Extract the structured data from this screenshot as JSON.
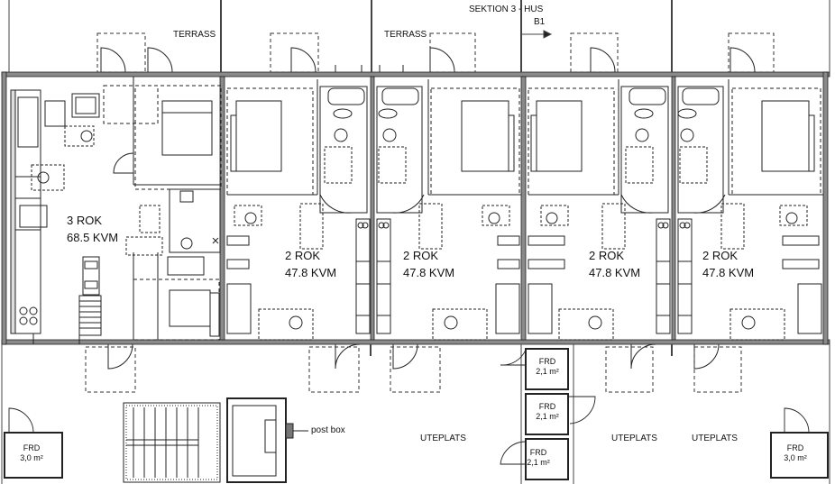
{
  "labels": {
    "section": "SEKTION 3 - HUS",
    "section_mark": "B1",
    "terrace": "TERRASS",
    "patio": "UTEPLATS",
    "post_box": "post box"
  },
  "apartments": [
    {
      "rooms": "3 ROK",
      "area": "68.5 KVM"
    },
    {
      "rooms": "2 ROK",
      "area": "47.8 KVM"
    },
    {
      "rooms": "2 ROK",
      "area": "47.8 KVM"
    },
    {
      "rooms": "2 ROK",
      "area": "47.8 KVM"
    },
    {
      "rooms": "2 ROK",
      "area": "47.8 KVM"
    }
  ],
  "storage": [
    {
      "name": "FRD",
      "area": "3,0 m²"
    },
    {
      "name": "FRD",
      "area": "2,1 m²"
    },
    {
      "name": "FRD",
      "area": "2,1 m²"
    },
    {
      "name": "FRD",
      "area": "2,1 m²"
    },
    {
      "name": "FRD",
      "area": "3,0 m²"
    }
  ]
}
